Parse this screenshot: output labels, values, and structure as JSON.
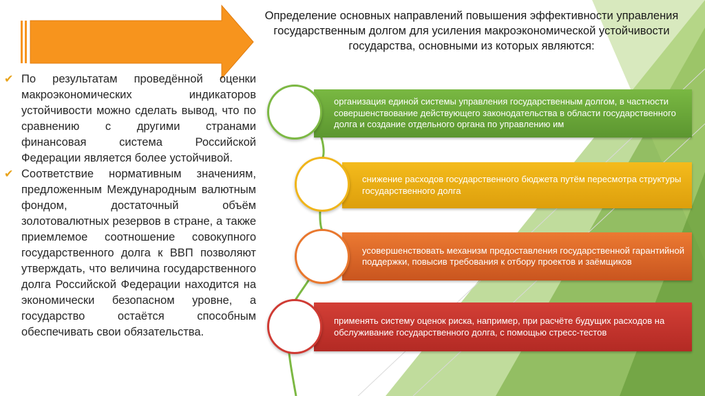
{
  "title": "Определение основных направлений повышения эффективности управления государственным долгом для усиления макроэкономической устойчивости государства, основными из которых являются:",
  "left_bullets": [
    "По результатам проведённой оценки макроэкономических индикаторов устойчивости можно сделать вывод, что по сравнению с другими странами финансовая система Российской Федерации является более устойчивой.",
    "Соответствие нормативным значениям, предложенным Международным валютным фондом, достаточный объём золотовалютных резервов в стране, а также приемлемое соотношение совокупного государственного долга к ВВП позволяют утверждать, что величина государственного долга Российской Федерации находится на экономически безопасном уровне, а государство остаётся способным обеспечивать свои обязательства."
  ],
  "directions": [
    "организация единой системы управления государственным долгом, в частности совершенствование действующего законодательства в области государственного долга и создание отдельного органа по управлению им",
    "снижение расходов государственного бюджета путём пересмотра структуры государственного долга",
    "усовершенствовать механизм предоставления государственной гарантийной поддержки, повысив требования к отбору проектов и заёмщиков",
    "применять систему оценок риска, например, при расчёте будущих расходов на обслуживание государственного долга, с помощью стресс-тестов"
  ],
  "icons": {
    "bullet": "checkmark-icon",
    "header": "arrow-right-icon"
  },
  "colors": {
    "arrow": "#f7941d",
    "green": "#6aa738",
    "yellow": "#ecad15",
    "orange": "#de6828",
    "red": "#c4342d",
    "check": "#e8a31c"
  }
}
